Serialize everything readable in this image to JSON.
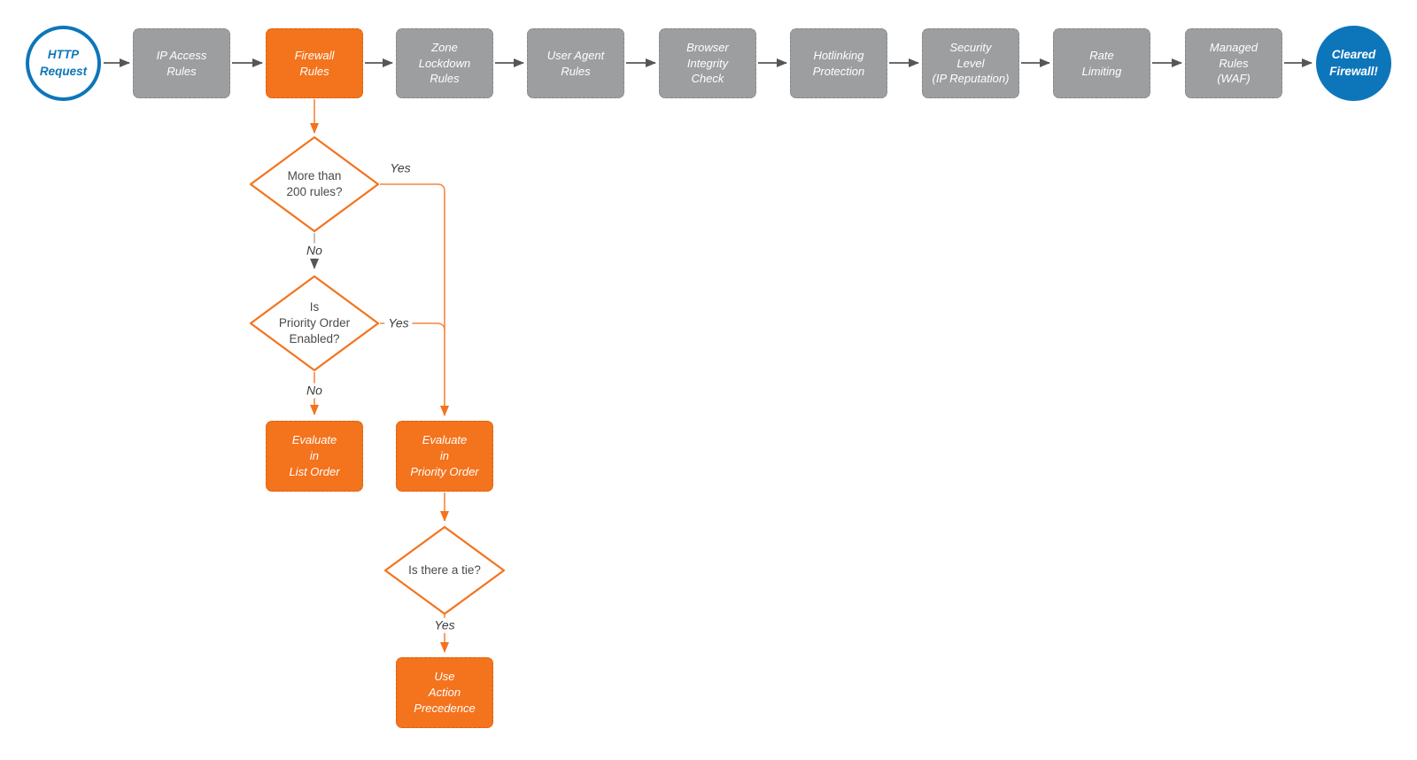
{
  "colors": {
    "accent_orange": "#F4731D",
    "orange_connector": "#F6873E",
    "step_gray": "#9C9EA0",
    "accent_blue": "#0D76BB",
    "dark_connector": "#565656",
    "diamond_text": "#4A4A4A"
  },
  "pipeline": {
    "start": {
      "label": "HTTP\nRequest"
    },
    "steps": [
      {
        "label": "IP Access\nRules"
      },
      {
        "label": "Firewall\nRules",
        "highlighted": true
      },
      {
        "label": "Zone\nLockdown\nRules"
      },
      {
        "label": "User Agent\nRules"
      },
      {
        "label": "Browser\nIntegrity\nCheck"
      },
      {
        "label": "Hotlinking\nProtection"
      },
      {
        "label": "Security\nLevel\n(IP Reputation)"
      },
      {
        "label": "Rate\nLimiting"
      },
      {
        "label": "Managed\nRules\n(WAF)"
      }
    ],
    "end": {
      "label": "Cleared\nFirewall!"
    }
  },
  "firewall_branch": {
    "decision_more_than_200": {
      "question": "More than\n200 rules?",
      "yes_label": "Yes",
      "no_label": "No"
    },
    "decision_priority_enabled": {
      "question": "Is\nPriority Order\nEnabled?",
      "yes_label": "Yes",
      "no_label": "No"
    },
    "evaluate_list_order": {
      "label": "Evaluate\nin\nList Order"
    },
    "evaluate_priority_order": {
      "label": "Evaluate\nin\nPriority Order"
    },
    "decision_tie": {
      "question": "Is there a tie?",
      "yes_label": "Yes"
    },
    "use_action_precedence": {
      "label": "Use\nAction\nPrecedence"
    }
  }
}
